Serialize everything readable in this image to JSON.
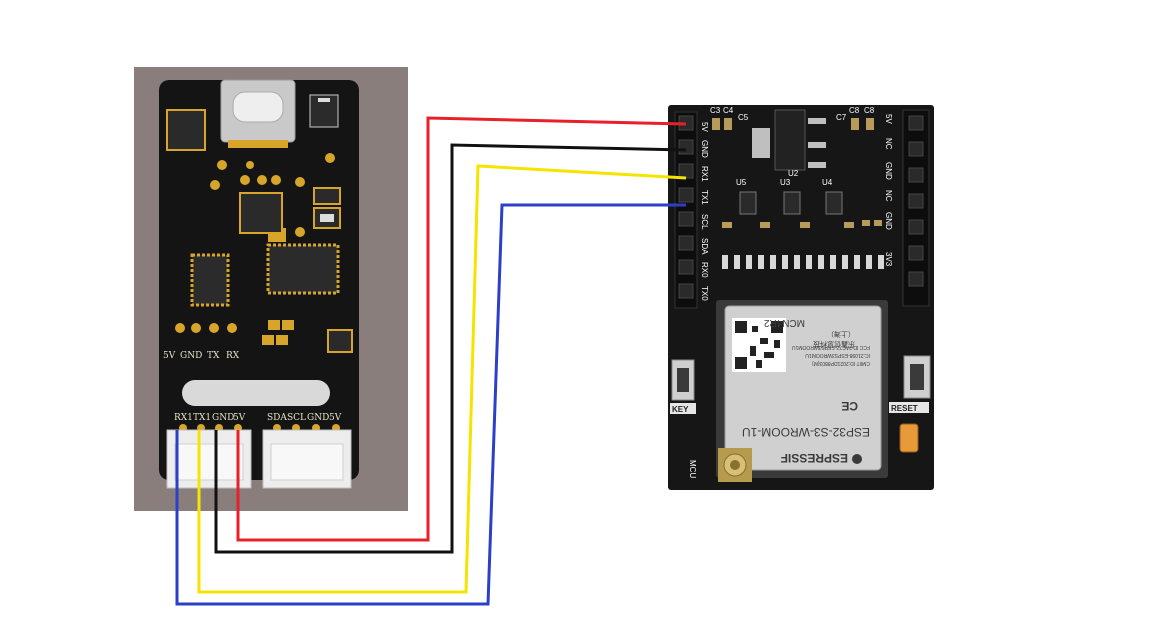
{
  "left_module": {
    "header_labels": [
      "5V",
      "GND",
      "TX",
      "RX"
    ],
    "connector1_labels": [
      "RX1",
      "TX1",
      "GND",
      "5V"
    ],
    "connector2_labels": [
      "SDA",
      "SCL",
      "GND",
      "5V"
    ]
  },
  "esp32_board": {
    "left_header_labels": [
      "5V",
      "GND",
      "RX1",
      "TX1",
      "SCL",
      "SDA",
      "RX0",
      "TX0"
    ],
    "right_header_labels": [
      "5V",
      "NC",
      "GND",
      "NC",
      "GND",
      "3V3"
    ],
    "top_caps": [
      "C3",
      "C4",
      "C5",
      "C7",
      "C8",
      "C8"
    ],
    "regulators": [
      "U5",
      "U3",
      "U4",
      "U2"
    ],
    "module_model": "MCN4R2",
    "module_name": "ESP32-S3-WROOM-1U",
    "module_brand": "ESPRESSIF",
    "module_maker_cn": "乐鑫信息科技",
    "module_maker_cn2": "（上海）",
    "module_fcc": "FCC ID:2AC7Z-ESPS3WROOM1U",
    "module_cmiit": "CMIIT ID:2021DP8803(M)",
    "module_ic": "IC:21098-ESPS3WROOM1U",
    "key_label": "KEY",
    "reset_label": "RESET",
    "mcu_label": "MCU",
    "ce_mark": "CE"
  },
  "wires": [
    {
      "name": "5V",
      "color": "#e8202a"
    },
    {
      "name": "GND",
      "color": "#111111"
    },
    {
      "name": "RX",
      "color": "#f5e400"
    },
    {
      "name": "TX",
      "color": "#2b3fc8"
    }
  ]
}
